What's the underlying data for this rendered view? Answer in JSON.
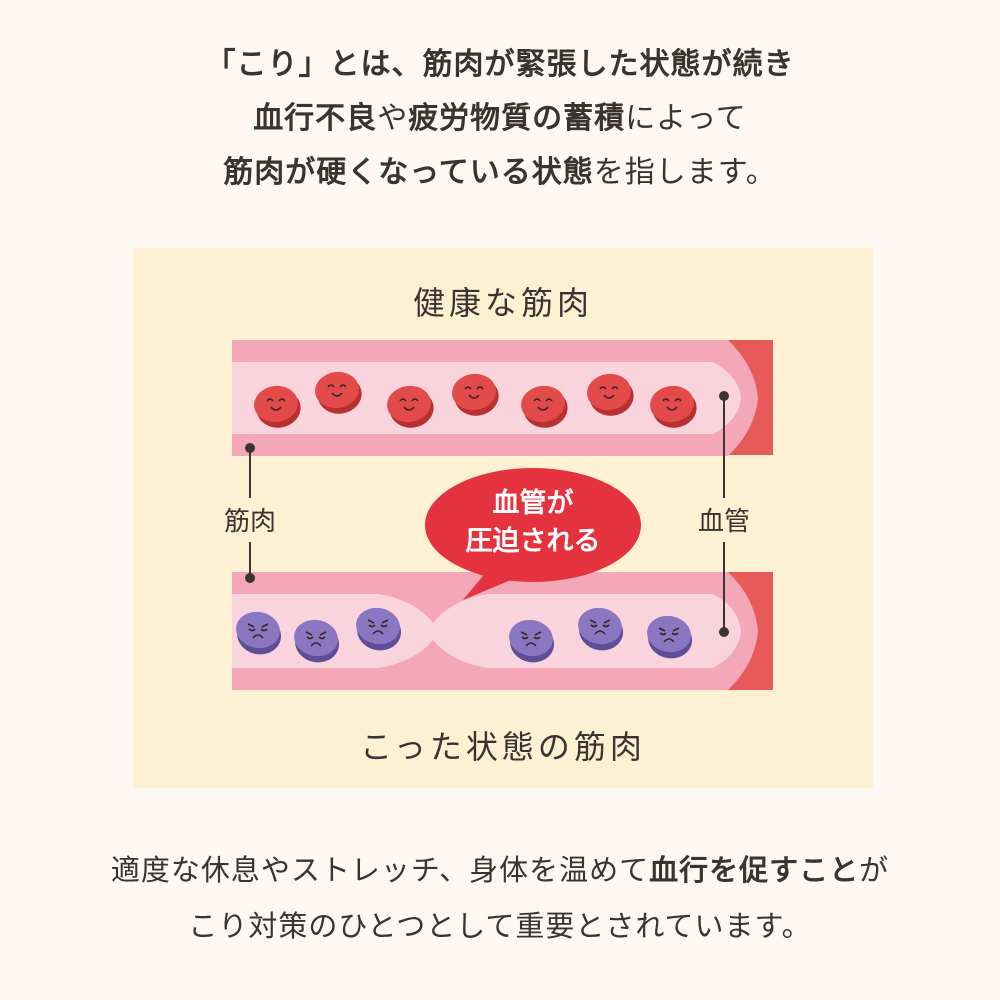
{
  "intro": {
    "l1": "「こり」とは、筋肉が緊張した状態が続き",
    "l2a": "血行不良",
    "l2b": "や",
    "l2c": "疲労物質の蓄積",
    "l2d": "によって",
    "l3a": "筋肉が硬くなっている状態",
    "l3b": "を指します。"
  },
  "diagram": {
    "healthy_title": "健康な筋肉",
    "stiff_title": "こった状態の筋肉",
    "muscle_label": "筋肉",
    "vessel_label": "血管",
    "bubble_line1": "血管が",
    "bubble_line2": "圧迫される",
    "colors": {
      "panel": "#fdf0d3",
      "muscle": "#f3a7b7",
      "vessel_inner": "#f9d4dc",
      "vessel_end": "#e8595a",
      "healthy_cell": "#e34a4a",
      "stiff_cell": "#8a77c2",
      "bubble": "#e5323f"
    }
  },
  "footer": {
    "l1a": "適度な休息やストレッチ、身体を温めて",
    "l1b": "血行を促すこと",
    "l1c": "が",
    "l2": "こり対策のひとつとして重要とされています。"
  }
}
